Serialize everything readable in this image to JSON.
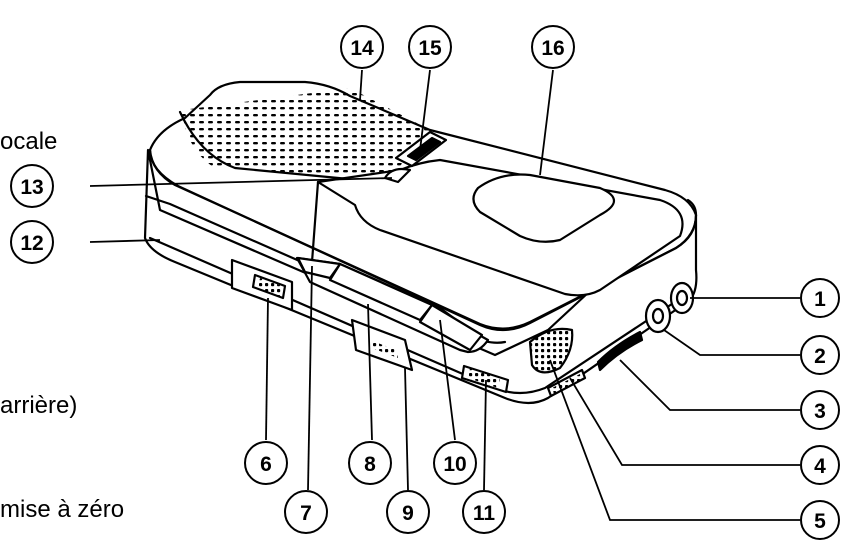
{
  "side_texts": [
    "ocale",
    "arrière)",
    "mise à zéro"
  ],
  "callouts": [
    "1",
    "2",
    "3",
    "4",
    "5",
    "6",
    "7",
    "8",
    "9",
    "10",
    "11",
    "12",
    "13",
    "14",
    "15",
    "16"
  ],
  "colors": {
    "line": "#000000",
    "fill": "#ffffff",
    "shade": "#e6e6e6"
  }
}
